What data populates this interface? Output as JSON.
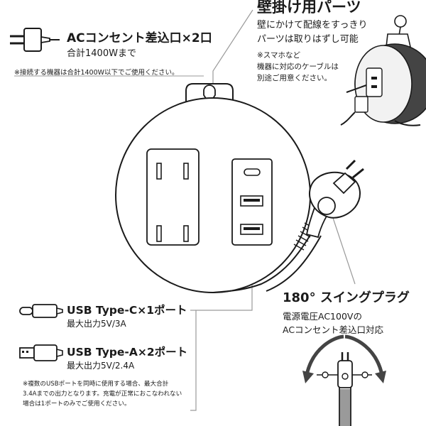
{
  "mount": {
    "title": "壁掛け用パーツ",
    "desc1": "壁にかけて配線をすっきり",
    "desc2": "パーツは取りはずし可能",
    "note1": "※スマホなど",
    "note2": "機器に対応のケーブルは",
    "note3": "別途ご用意ください。"
  },
  "ac": {
    "title": "ACコンセント差込口×2口",
    "sub": "合計1400Wまで",
    "note": "※接続する機器は合計1400W以下でご使用ください。"
  },
  "plug": {
    "title": "180° スイングプラグ",
    "desc1": "電源電圧AC100Vの",
    "desc2": "ACコンセント差込口対応"
  },
  "usb_c": {
    "title": "USB Type-C×1ポート",
    "sub": "最大出力5V/3A"
  },
  "usb_a": {
    "title": "USB Type-A×2ポート",
    "sub": "最大出力5V/2.4A"
  },
  "usb_note": {
    "line1": "※複数のUSBポートを同時に使用する場合、最大合計",
    "line2": "3.4Aまでの出力となります。充電が正常におこなわれない",
    "line3": "場合は1ポートのみでご使用ください。"
  },
  "colors": {
    "ink": "#1a1a1a",
    "line": "#9a9a9a",
    "body_bg": "#ffffff"
  }
}
